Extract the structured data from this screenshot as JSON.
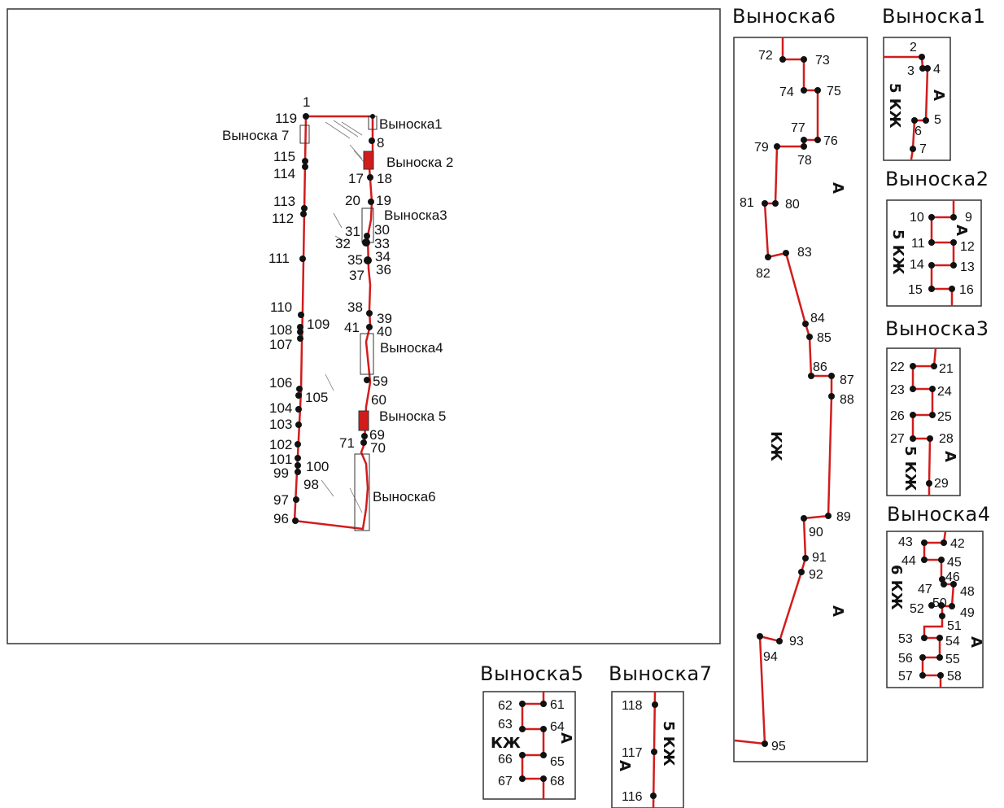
{
  "zone_labels": {
    "a": "А",
    "kzh": "КЖ",
    "kzh5": "5 КЖ",
    "kzh6": "6 КЖ"
  },
  "colors": {
    "boundary": "#d21c1c",
    "point": "#111111",
    "frame": "#333333"
  },
  "main": {
    "callouts": [
      "Выноска1",
      "Выноска 2",
      "Выноска3",
      "Выноска4",
      "Выноска 5",
      "Выноска6",
      "Выноска 7"
    ],
    "points": [
      "1",
      "119",
      "115",
      "114",
      "113",
      "112",
      "111",
      "110",
      "109",
      "108",
      "107",
      "106",
      "105",
      "104",
      "103",
      "102",
      "101",
      "100",
      "99",
      "98",
      "97",
      "96",
      "8",
      "17",
      "18",
      "20",
      "19",
      "31",
      "30",
      "32",
      "33",
      "35",
      "34",
      "37",
      "36",
      "38",
      "39",
      "41",
      "40",
      "59",
      "60",
      "69",
      "71",
      "70"
    ]
  },
  "insets": {
    "v1": {
      "title": "Выноска1",
      "points": [
        "2",
        "3",
        "4",
        "5",
        "6",
        "7"
      ]
    },
    "v2": {
      "title": "Выноска2",
      "points": [
        "10",
        "9",
        "11",
        "12",
        "14",
        "13",
        "15",
        "16"
      ]
    },
    "v3": {
      "title": "Выноска3",
      "points": [
        "22",
        "21",
        "23",
        "24",
        "26",
        "25",
        "27",
        "28",
        "29"
      ]
    },
    "v4": {
      "title": "Выноска4",
      "points": [
        "43",
        "42",
        "44",
        "45",
        "46",
        "47",
        "48",
        "52",
        "50",
        "49",
        "51",
        "53",
        "54",
        "56",
        "55",
        "57",
        "58"
      ]
    },
    "v5": {
      "title": "Выноска5",
      "points": [
        "62",
        "61",
        "63",
        "64",
        "66",
        "65",
        "67",
        "68"
      ]
    },
    "v6": {
      "title": "Выноска6",
      "points": [
        "72",
        "73",
        "74",
        "75",
        "77",
        "76",
        "79",
        "78",
        "81",
        "80",
        "83",
        "82",
        "84",
        "85",
        "86",
        "87",
        "88",
        "89",
        "90",
        "91",
        "92",
        "93",
        "94",
        "95"
      ]
    },
    "v7": {
      "title": "Выноска7",
      "points": [
        "118",
        "117",
        "116"
      ]
    }
  }
}
